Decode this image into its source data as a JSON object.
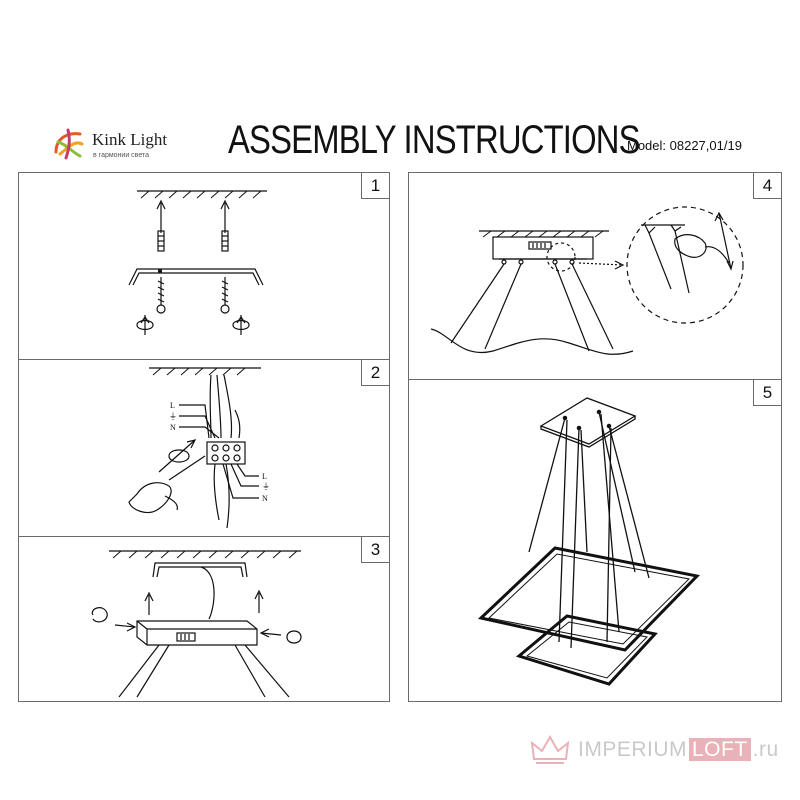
{
  "header": {
    "brand": "Kink Light",
    "tagline": "в гармонии света",
    "title": "ASSEMBLY INSTRUCTIONS",
    "model": "Model: 08227,01/19"
  },
  "steps": [
    {
      "number": "1"
    },
    {
      "number": "2",
      "labels": {
        "top_l": "L",
        "top_ground": "⏚",
        "top_n": "N",
        "bottom_l": "L",
        "bottom_ground": "⏚",
        "bottom_n": "N"
      }
    },
    {
      "number": "3"
    },
    {
      "number": "4"
    },
    {
      "number": "5"
    }
  ],
  "watermark": {
    "part1": "IMPERIUM",
    "part2": "LOFT",
    "part3": ".ru",
    "colors": {
      "grey": "#c9c9c9",
      "pink": "#e9b2b8"
    }
  }
}
